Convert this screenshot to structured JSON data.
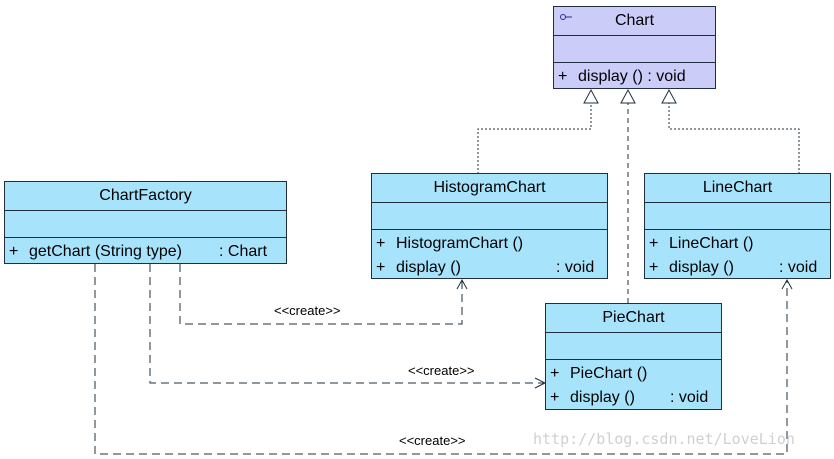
{
  "classes": {
    "chart": {
      "name": "Chart",
      "ops": [
        {
          "vis": "+",
          "sig": "display () : void"
        }
      ]
    },
    "histogram": {
      "name": "HistogramChart",
      "ops": [
        {
          "vis": "+",
          "sig": "HistogramChart ()",
          "ret": ""
        },
        {
          "vis": "+",
          "sig": "display ()",
          "ret": ": void"
        }
      ]
    },
    "line": {
      "name": "LineChart",
      "ops": [
        {
          "vis": "+",
          "sig": "LineChart ()",
          "ret": ""
        },
        {
          "vis": "+",
          "sig": "display ()",
          "ret": ": void"
        }
      ]
    },
    "pie": {
      "name": "PieChart",
      "ops": [
        {
          "vis": "+",
          "sig": "PieChart ()",
          "ret": ""
        },
        {
          "vis": "+",
          "sig": "display ()",
          "ret": ": void"
        }
      ]
    },
    "factory": {
      "name": "ChartFactory",
      "ops": [
        {
          "vis": "+",
          "sig": "getChart (String type)",
          "ret": ": Chart"
        }
      ]
    }
  },
  "dependency_labels": {
    "histogram": "<<create>>",
    "pie": "<<create>>",
    "line": "<<create>>"
  },
  "watermark": "http://blog.csdn.net/LoveLion",
  "colors": {
    "class_fill": "#a7e3fb",
    "interface_fill": "#ccccf8",
    "line": "#1f2f3f"
  }
}
